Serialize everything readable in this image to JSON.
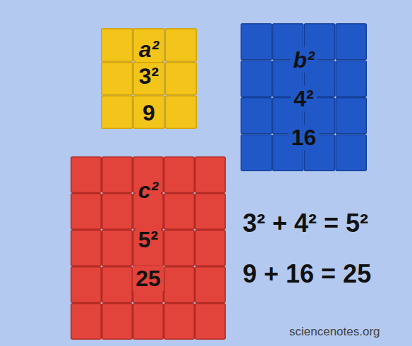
{
  "diagram": {
    "nodes": [
      {
        "text": [
          "a²",
          "3²",
          "9"
        ]
      },
      {
        "text": [
          "b²",
          "4²",
          "16"
        ]
      },
      {
        "text": [
          "c²",
          "5²",
          "25"
        ]
      }
    ],
    "labels": [
      "3² + 4² = 5²",
      "9 + 16 = 25",
      "sciencenotes.org"
    ]
  }
}
